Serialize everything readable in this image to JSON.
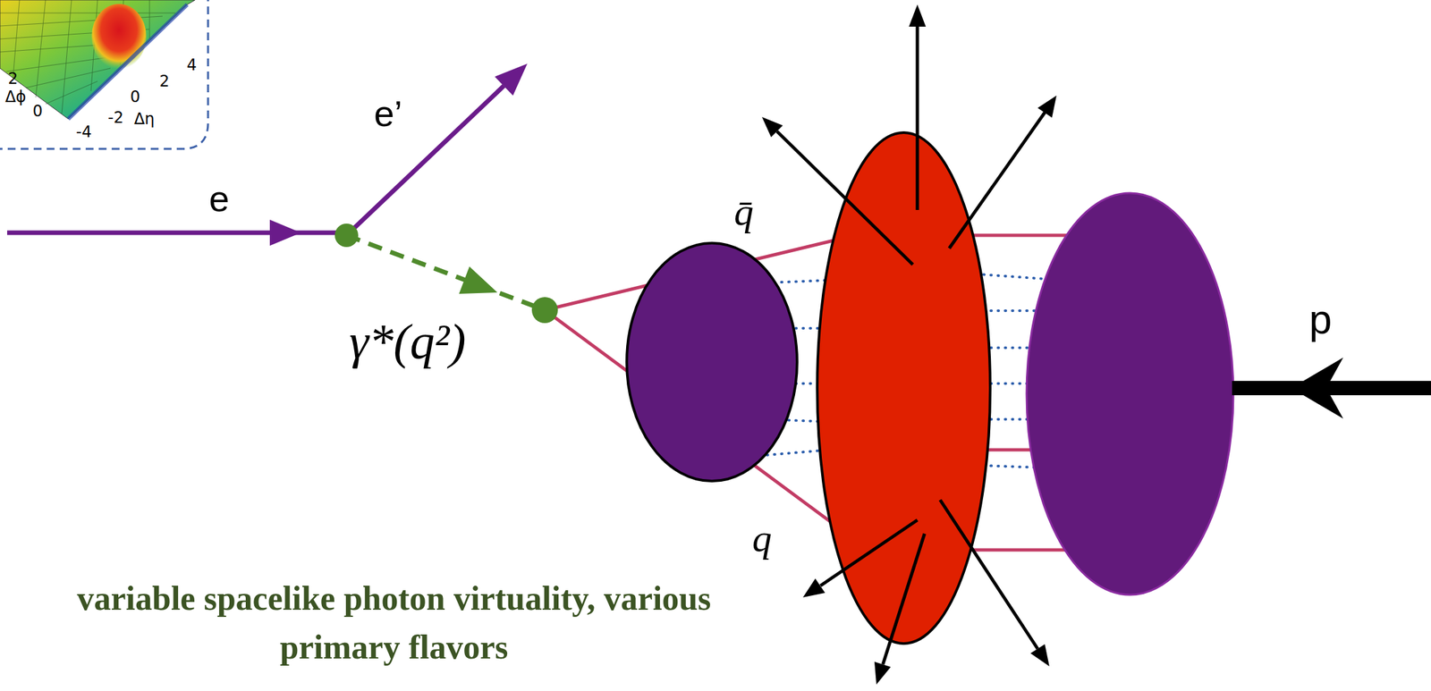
{
  "diagram": {
    "labels": [
      "4",
      "2",
      "0",
      "-2",
      "-4",
      "Δη",
      "2",
      "0",
      "Δϕ",
      "e’",
      "e",
      "γ*(q²)",
      "q̄",
      "q",
      "p",
      "variable spacelike photon virtuality, various primary flavors"
    ]
  }
}
